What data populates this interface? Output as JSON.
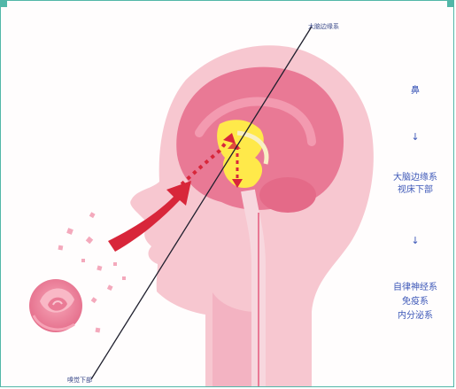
{
  "labels": {
    "top_callout": "大脑边缘系",
    "bottom_callout": "嗅觉下部",
    "flow_start": "鼻",
    "flow_mid_line1": "大脑边缘系",
    "flow_mid_line2": "视床下部",
    "flow_end_line1": "自律神经系",
    "flow_end_line2": "免疫系",
    "flow_end_line3": "内分泌系",
    "arrow1": "↓",
    "arrow2": "↓"
  },
  "colors": {
    "frame": "#52b7a8",
    "head": "#f7c7d0",
    "brain": "#e97995",
    "limbic": "#ffe94a",
    "arrow": "#d8263a",
    "text": "#3d58b8"
  },
  "icons": [
    "rose-icon",
    "scent-particle-icon",
    "scent-arrow-icon"
  ]
}
